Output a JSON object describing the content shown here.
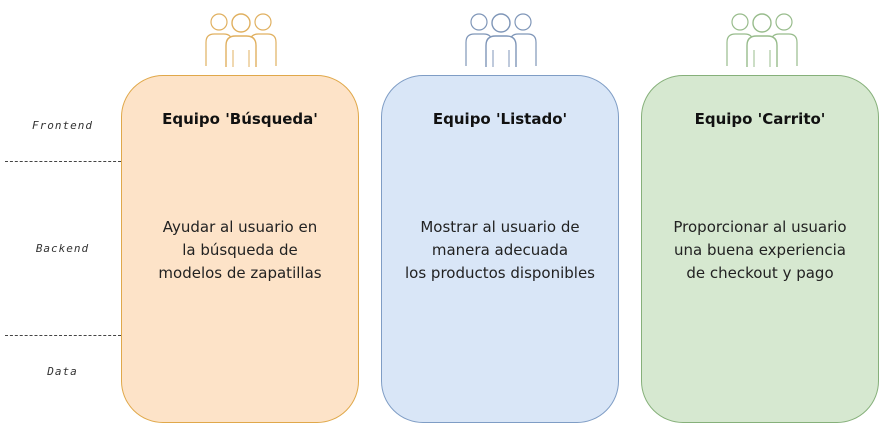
{
  "layers": [
    {
      "label": "Frontend"
    },
    {
      "label": "Backend"
    },
    {
      "label": "Data"
    }
  ],
  "teams": [
    {
      "title": "Equipo 'Búsqueda'",
      "description": "Ayudar al usuario en\nla búsqueda de\nmodelos de zapatillas",
      "fill": "#fde3c8",
      "stroke": "#e0a84a",
      "icon": "people-icon",
      "icon_color": "#e0b060"
    },
    {
      "title": "Equipo 'Listado'",
      "description": "Mostrar al usuario de\nmanera adecuada\nlos productos disponibles",
      "fill": "#d9e6f7",
      "stroke": "#7f9dc5",
      "icon": "people-icon",
      "icon_color": "#7f96b8"
    },
    {
      "title": "Equipo 'Carrito'",
      "description": "Proporcionar al usuario\nuna buena experiencia\nde checkout y pago",
      "fill": "#d6e8d0",
      "stroke": "#86b07a",
      "icon": "people-icon",
      "icon_color": "#98bc8c"
    }
  ]
}
